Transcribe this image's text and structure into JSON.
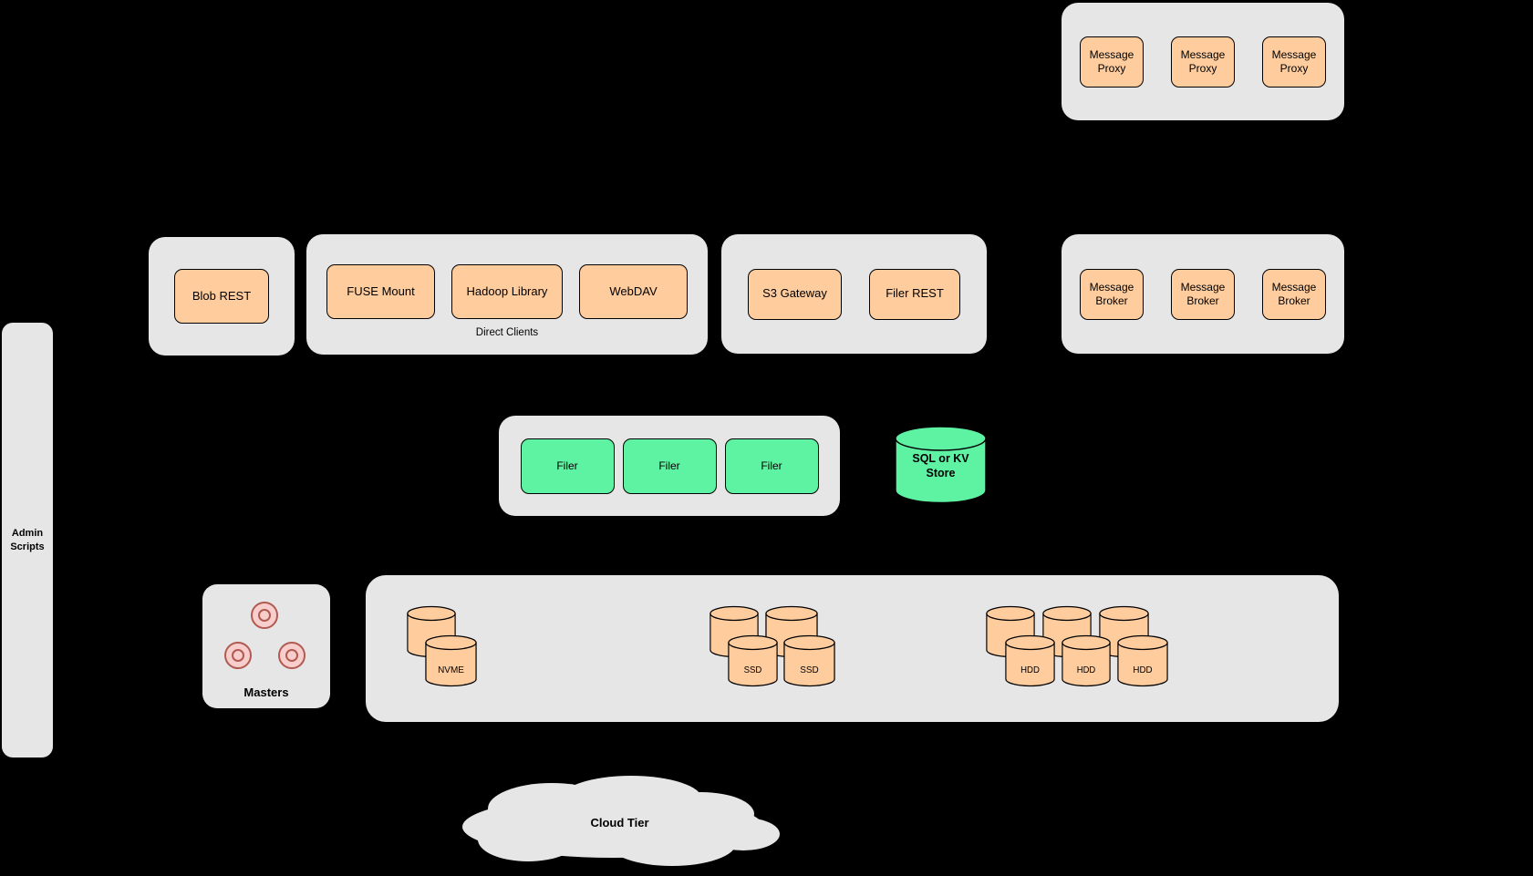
{
  "palette": {
    "background": "#000000",
    "group_fill": "#E6E6E6",
    "node_orange": "#FFCC9E",
    "node_green": "#5EF2A3",
    "master_pink": "#F8CECC",
    "master_border": "#B05A52"
  },
  "admin": {
    "label": "Admin Scripts"
  },
  "message_proxies": {
    "items": [
      "Message Proxy",
      "Message Proxy",
      "Message Proxy"
    ]
  },
  "clients": {
    "blob_rest": "Blob REST",
    "direct": {
      "caption": "Direct Clients",
      "items": [
        "FUSE Mount",
        "Hadoop Library",
        "WebDAV"
      ]
    },
    "gateways": {
      "items": [
        "S3 Gateway",
        "Filer REST"
      ]
    }
  },
  "message_brokers": {
    "items": [
      "Message Broker",
      "Message Broker",
      "Message Broker"
    ]
  },
  "filers": {
    "items": [
      "Filer",
      "Filer",
      "Filer"
    ]
  },
  "store": {
    "label": "SQL or KV Store"
  },
  "masters": {
    "label": "Masters"
  },
  "volume_servers": {
    "nvme": {
      "label": "NVME"
    },
    "ssd": {
      "labels": [
        "SSD",
        "SSD"
      ]
    },
    "hdd": {
      "labels": [
        "HDD",
        "HDD",
        "HDD"
      ]
    }
  },
  "cloud": {
    "label": "Cloud Tier"
  }
}
